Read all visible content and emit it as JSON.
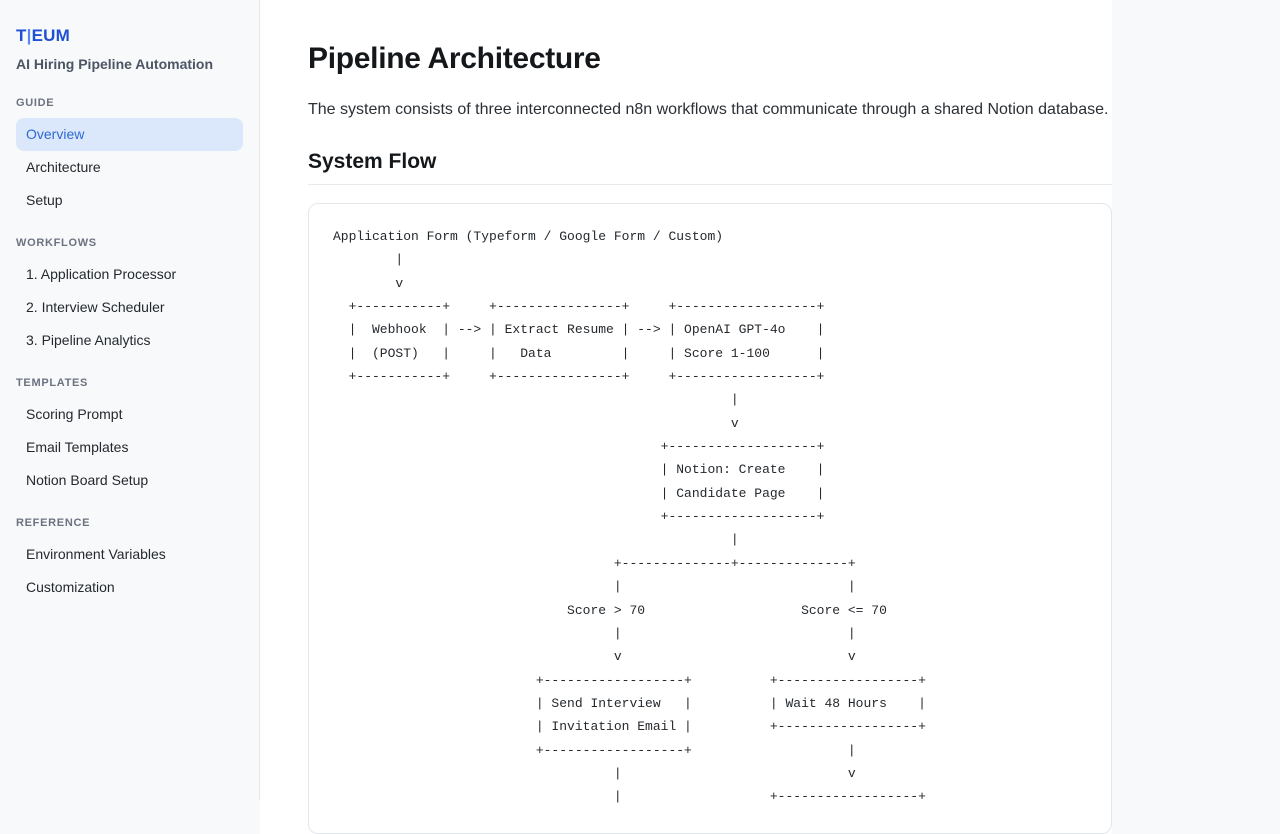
{
  "brand": {
    "logo_prefix": "T",
    "logo_cursor": "|",
    "logo_suffix": "EUM",
    "subtitle": "AI Hiring Pipeline Automation"
  },
  "sidebar": {
    "sections": [
      {
        "header": "GUIDE",
        "items": [
          {
            "label": "Overview",
            "active": true
          },
          {
            "label": "Architecture",
            "active": false
          },
          {
            "label": "Setup",
            "active": false
          }
        ]
      },
      {
        "header": "WORKFLOWS",
        "items": [
          {
            "label": "1. Application Processor",
            "active": false
          },
          {
            "label": "2. Interview Scheduler",
            "active": false
          },
          {
            "label": "3. Pipeline Analytics",
            "active": false
          }
        ]
      },
      {
        "header": "TEMPLATES",
        "items": [
          {
            "label": "Scoring Prompt",
            "active": false
          },
          {
            "label": "Email Templates",
            "active": false
          },
          {
            "label": "Notion Board Setup",
            "active": false
          }
        ]
      },
      {
        "header": "REFERENCE",
        "items": [
          {
            "label": "Environment Variables",
            "active": false
          },
          {
            "label": "Customization",
            "active": false
          }
        ]
      }
    ]
  },
  "main": {
    "title": "Pipeline Architecture",
    "intro": "The system consists of three interconnected n8n workflows that communicate through a shared Notion database.",
    "section_heading": "System Flow",
    "diagram_lines": [
      "Application Form (Typeform / Google Form / Custom)",
      "        |",
      "        v",
      "  +-----------+     +----------------+     +------------------+",
      "  |  Webhook  | --> | Extract Resume | --> | OpenAI GPT-4o    |",
      "  |  (POST)   |     |   Data         |     | Score 1-100      |",
      "  +-----------+     +----------------+     +------------------+",
      "                                                   |",
      "                                                   v",
      "                                          +-------------------+",
      "                                          | Notion: Create    |",
      "                                          | Candidate Page    |",
      "                                          +-------------------+",
      "                                                   |",
      "                                    +--------------+--------------+",
      "                                    |                             |",
      "                              Score > 70                    Score <= 70",
      "                                    |                             |",
      "                                    v                             v",
      "                          +------------------+          +------------------+",
      "                          | Send Interview   |          | Wait 48 Hours    |",
      "                          | Invitation Email |          +------------------+",
      "                          +------------------+                    |",
      "                                    |                             v",
      "                                    |                   +------------------+"
    ]
  },
  "colors": {
    "page_bg": "#f8f9fa",
    "panel_bg": "#ffffff",
    "border": "#e5e7eb",
    "brand_blue": "#1e4fd6",
    "brand_cursor_blue": "#5488f0",
    "active_item_bg": "#dbe7fa",
    "active_item_text": "#2e6ad1",
    "heading_text": "#15181b",
    "body_text": "#2a3036",
    "muted_text": "#6b7280",
    "code_text": "#24292e"
  }
}
